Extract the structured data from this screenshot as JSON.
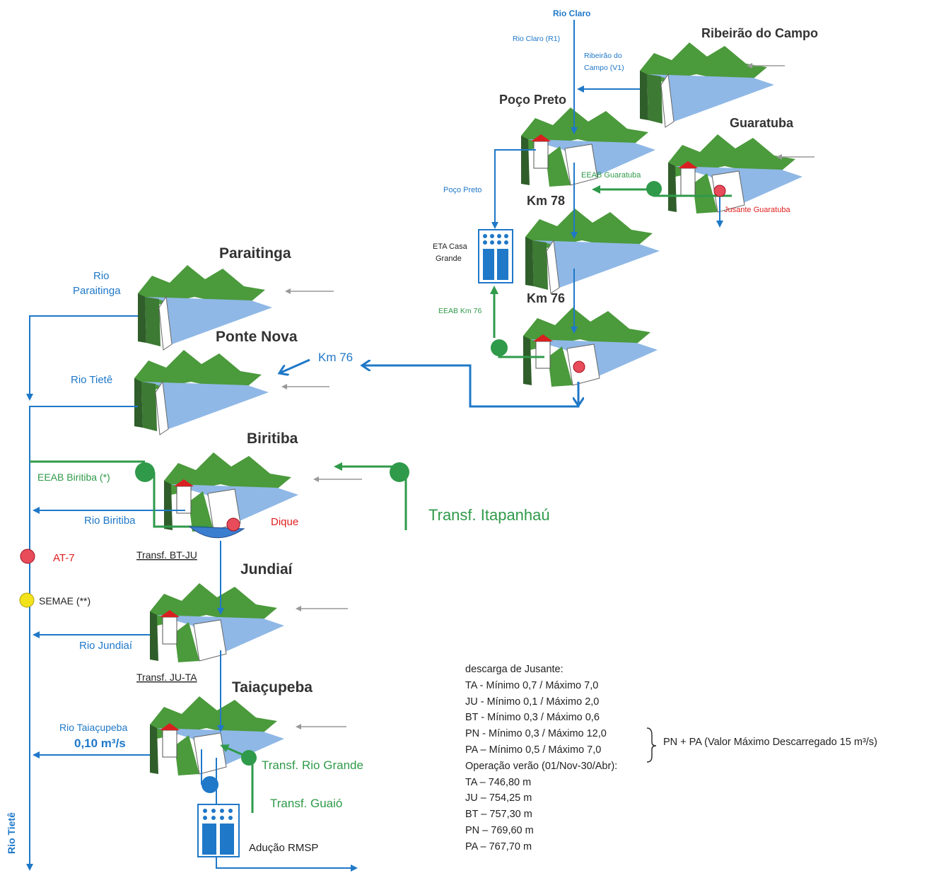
{
  "colors": {
    "water": "#1f78c8",
    "pump": "#2f9a4a",
    "alert": "#e02020",
    "semae": "#f2e21c",
    "mountain": "#4b9a3c",
    "lake": "#8fb8e6"
  },
  "reservoirs": {
    "ribeirao_do_campo": "Ribeirão do Campo",
    "poco_preto": "Poço Preto",
    "guaratuba": "Guaratuba",
    "km78": "Km 78",
    "km76": "Km 76",
    "paraitinga": "Paraitinga",
    "ponte_nova": "Ponte Nova",
    "biritiba": "Biritiba",
    "jundiai": "Jundiaí",
    "taiacupeba": "Taiaçupeba"
  },
  "flows": {
    "rio_claro": "Rio Claro",
    "rio_claro_r1": "Rio Claro (R1)",
    "ribeirao_campo_v1_line1": "Ribeirão do",
    "ribeirao_campo_v1_line2": "Campo (V1)",
    "poco_preto_flow": "Poço Preto",
    "eeab_guaratuba": "EEAB Guaratuba",
    "jusante_guaratuba": "Jusante Guaratuba",
    "eta_line1": "ETA Casa",
    "eta_line2": "Grande",
    "eeab_km76": "EEAB Km 76",
    "km76_arrow": "Km 76",
    "rio_paraitinga_line1": "Rio",
    "rio_paraitinga_line2": "Paraitinga",
    "rio_tiete": "Rio Tietê",
    "eeab_biritiba": "EEAB Biritiba (*)",
    "rio_biritiba": "Rio Biritiba",
    "dique": "Dique",
    "transf_itapanhau": "Transf. Itapanhaú",
    "at7": "AT-7",
    "transf_bt_ju": "Transf. BT-JU",
    "semae": "SEMAE (**)",
    "rio_jundiai": "Rio Jundiaí",
    "transf_ju_ta": "Transf. JU-TA",
    "rio_taiacupeba": "Rio Taiaçupeba",
    "taiacupeba_flow": "0,10 m³/s",
    "transf_rio_grande": "Transf. Rio Grande",
    "transf_guaio": "Transf. Guaió",
    "aducao_rmsp": "Adução RMSP",
    "rio_tiete_vertical": "Rio Tietê"
  },
  "notes": {
    "heading": "descarga de Jusante:",
    "lines": [
      "TA - Mínimo 0,7 / Máximo 7,0",
      "JU - Mínimo 0,1 / Máximo 2,0",
      "BT - Mínimo 0,3 / Máximo 0,6",
      "PN - Mínimo 0,3 / Máximo 12,0",
      "PA – Mínimo 0,5 / Máximo 7,0"
    ],
    "brace_note": "PN + PA (Valor Máximo Descarregado 15 m³/s)",
    "summer_heading": "Operação verão (01/Nov-30/Abr):",
    "summer_lines": [
      "TA – 746,80 m",
      "JU – 754,25 m",
      "BT – 757,30 m",
      "PN – 769,60 m",
      "PA – 767,70 m"
    ]
  }
}
